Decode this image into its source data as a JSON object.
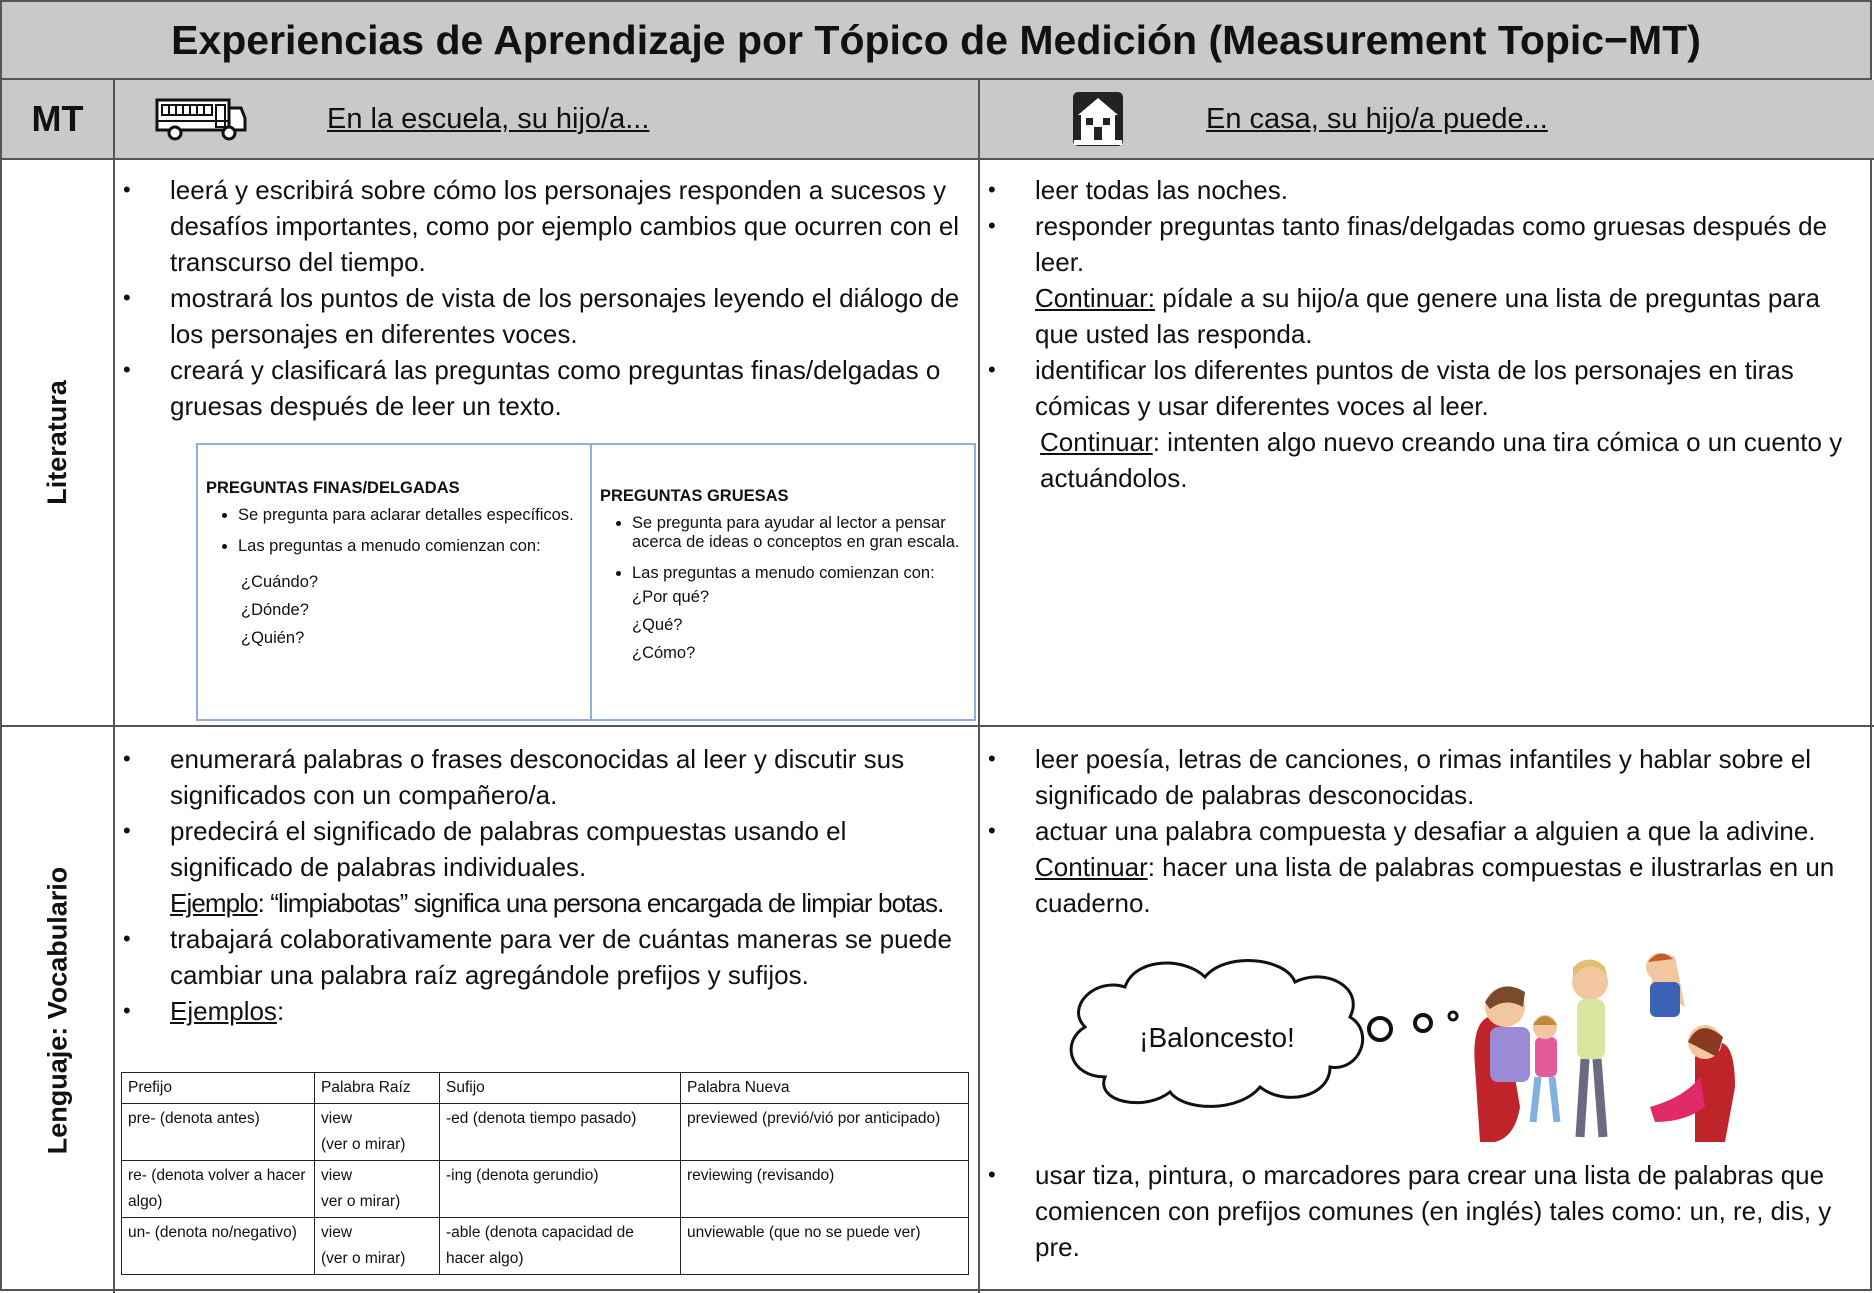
{
  "title": "Experiencias de Aprendizaje por Tópico de Medición (Measurement Topic−MT)",
  "header": {
    "mt": "MT",
    "school": "En la escuela, su hijo/a...",
    "home": "En casa, su hijo/a puede..."
  },
  "rows": {
    "literatura": {
      "label": "Literatura",
      "school_items": [
        "leerá y escribirá sobre cómo los personajes responden a sucesos y desafíos importantes, como por ejemplo cambios que ocurren con el transcurso del tiempo.",
        "mostrará los puntos de vista de los personajes leyendo el diálogo de los personajes en diferentes voces.",
        "creará y clasificará las preguntas como preguntas finas/delgadas o gruesas después de leer un texto."
      ],
      "thin_box": {
        "heading": "PREGUNTAS FINAS/DELGADAS",
        "bullets": [
          "Se pregunta para aclarar detalles específicos.",
          "Las preguntas a menudo comienzan con:"
        ],
        "questions": [
          "¿Cuándo?",
          "¿Dónde?",
          "¿Quién?"
        ]
      },
      "thick_box": {
        "heading": "PREGUNTAS GRUESAS",
        "bullets": [
          "Se pregunta para ayudar al lector a pensar acerca de ideas o conceptos en gran escala.",
          "Las preguntas a menudo comienzan con:"
        ],
        "questions": [
          "¿Por qué?",
          "¿Qué?",
          "¿Cómo?"
        ]
      },
      "home_items": [
        "leer todas las noches.",
        "responder preguntas tanto finas/delgadas como gruesas después de leer.",
        "identificar los diferentes puntos de vista de los personajes en tiras cómicas y usar diferentes voces al leer."
      ],
      "home_continue1_label": "Continuar:",
      "home_continue1_text": " pídale a su hijo/a que genere una lista de preguntas para que usted las responda.",
      "home_continue2_label": "Continuar",
      "home_continue2_text": ": intenten algo nuevo creando una tira cómica o un cuento y actuándolos."
    },
    "vocabulario": {
      "label": "Lenguaje: Vocabulario",
      "school_items": [
        "enumerará palabras o frases desconocidas al leer y discutir sus significados con un compañero/a.",
        "predecirá el significado de palabras compuestas usando el significado de palabras individuales.",
        "trabajará colaborativamente para ver de cuántas maneras se puede cambiar una palabra raíz agregándole prefijos y sufijos.",
        "Ejemplos"
      ],
      "example_label": "Ejemplo",
      "example_text": ": “limpiabotas” significa una persona encargada de limpiar botas.",
      "ejemplos_colon": ":",
      "table": {
        "headers": [
          "Prefijo",
          "Palabra Raíz",
          "Sufijo",
          "Palabra Nueva"
        ],
        "rows": [
          [
            "pre- (denota antes)",
            "view\n(ver o mirar)",
            "-ed (denota tiempo pasado)",
            "previewed (previó/vió por anticipado)"
          ],
          [
            "re- (denota volver a hacer algo)",
            "view\nver o mirar)",
            "-ing (denota gerundio)",
            "reviewing (revisando)"
          ],
          [
            "un- (denota no/negativo)",
            "view\n(ver o mirar)",
            "-able (denota capacidad de hacer algo)",
            "unviewable (que no se puede ver)"
          ]
        ]
      },
      "home_items": [
        "leer poesía, letras de canciones, o rimas infantiles y hablar sobre el significado de palabras desconocidas.",
        "actuar una palabra compuesta y desafiar a alguien a que la adivine.",
        "usar tiza, pintura, o marcadores para crear una lista de palabras que comiencen con prefijos comunes (en inglés) tales como: un, re, dis, y pre."
      ],
      "home_continue_label": "Continuar",
      "home_continue_text": ": hacer una lista de palabras compuestas e ilustrarlas en un cuaderno.",
      "bubble_text": "¡Baloncesto!"
    }
  }
}
